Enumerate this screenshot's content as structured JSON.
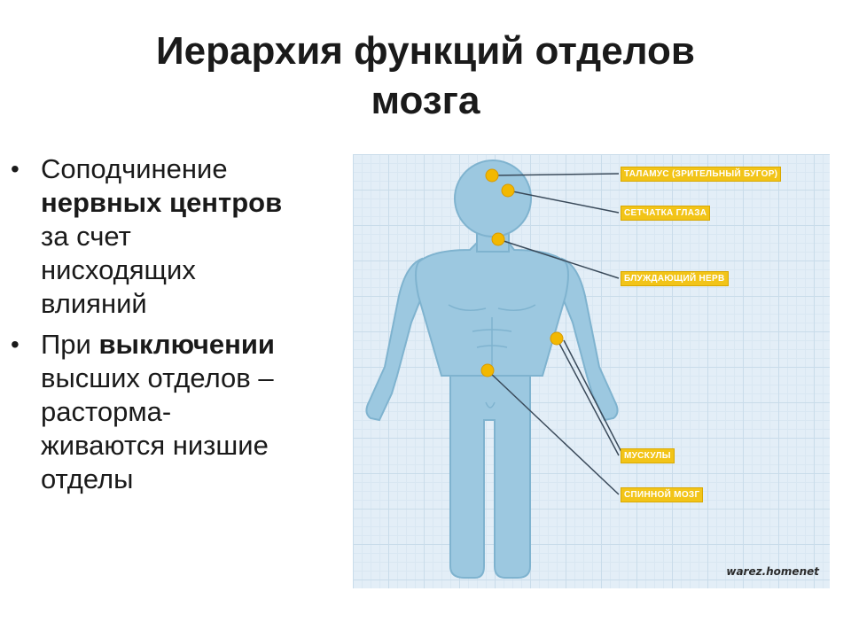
{
  "title": {
    "line1": "Иерархия функций отделов",
    "line2": "мозга"
  },
  "bullets": [
    {
      "lines": [
        [
          {
            "text": "Соподчинение",
            "bold": false
          }
        ],
        [
          {
            "text": "нервных центров",
            "bold": true
          }
        ],
        [
          {
            "text": "за счет",
            "bold": false
          }
        ],
        [
          {
            "text": "нисходящих",
            "bold": false
          }
        ],
        [
          {
            "text": "влияний",
            "bold": false
          }
        ]
      ]
    },
    {
      "lines": [
        [
          {
            "text": "При ",
            "bold": false
          },
          {
            "text": "выключении",
            "bold": true
          }
        ],
        [
          {
            "text": "высших отделов –",
            "bold": false
          }
        ],
        [
          {
            "text": "расторма-",
            "bold": false
          }
        ],
        [
          {
            "text": "живаются низшие",
            "bold": false
          }
        ],
        [
          {
            "text": "отделы",
            "bold": false
          }
        ]
      ]
    }
  ],
  "figure": {
    "labels": {
      "thalamus": "ТАЛАМУС (ЗРИТЕЛЬНЫЙ БУГОР)",
      "retina": "СЕТЧАТКА ГЛАЗА",
      "vagus": "БЛУЖДАЮЩИЙ НЕРВ",
      "muscles": "МУСКУЛЫ",
      "spinal_cord": "СПИННОЙ МОЗГ"
    },
    "watermark": "warez.homenet",
    "colors": {
      "body": "#9cc8e0",
      "body_stroke": "#7fb3cf",
      "dot": "#f2b800",
      "tag": "#f2c418",
      "line": "#3a4a5a"
    }
  }
}
